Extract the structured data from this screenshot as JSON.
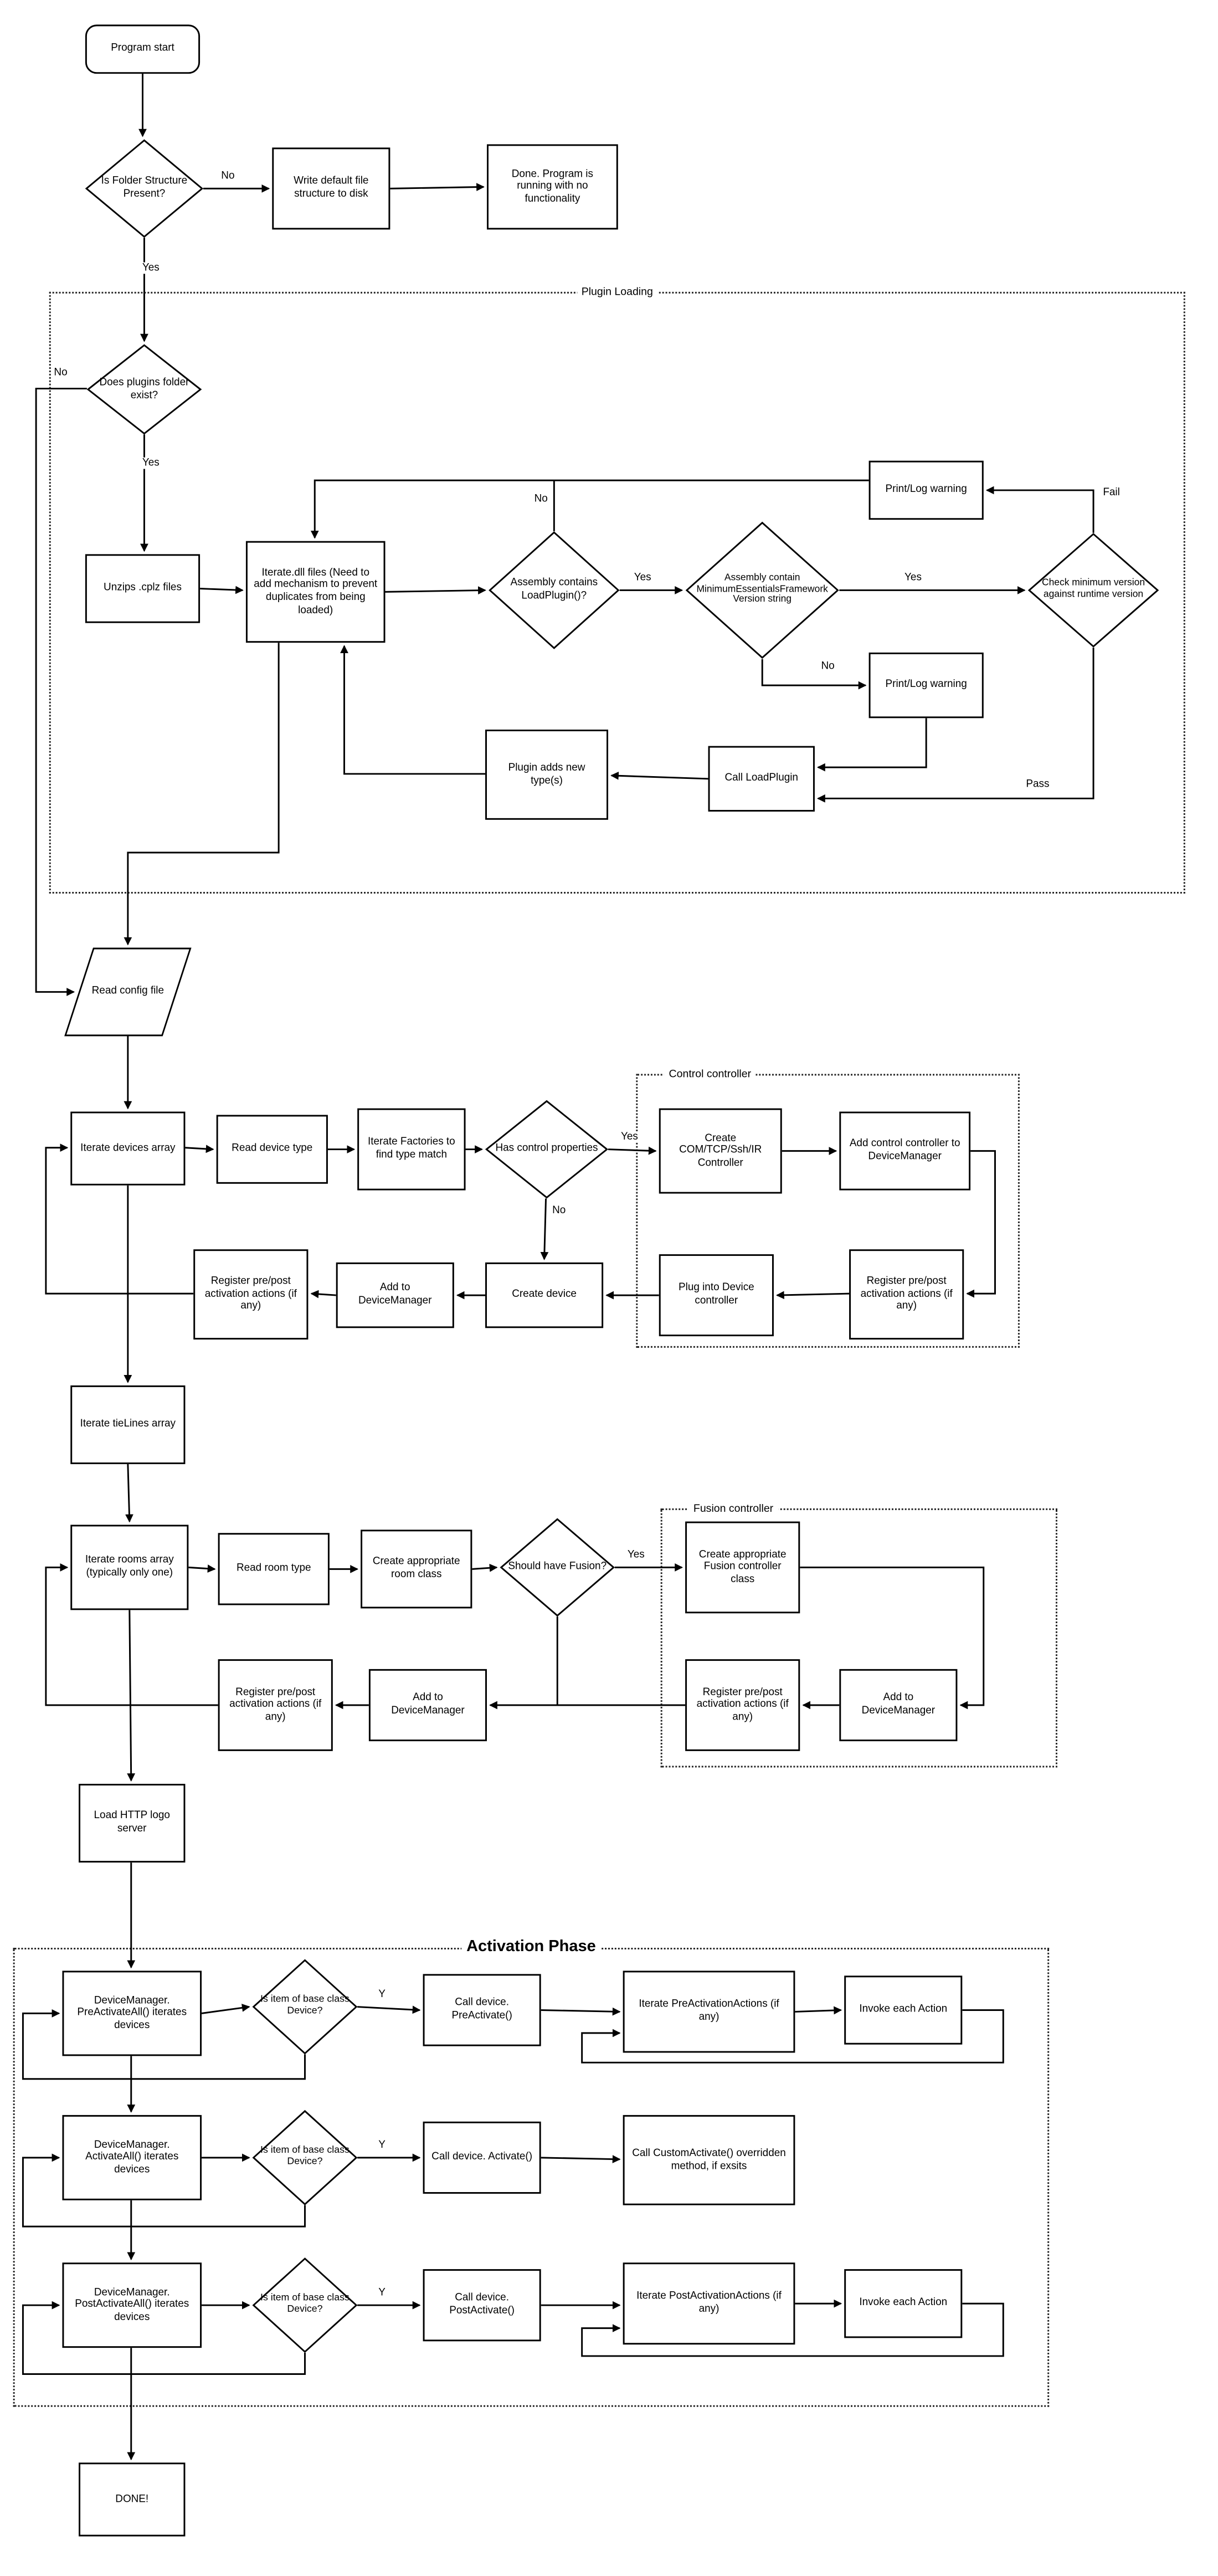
{
  "containers": {
    "plugin": {
      "label": "Plugin Loading"
    },
    "control": {
      "label": "Control controller"
    },
    "fusion": {
      "label": "Fusion controller"
    },
    "activation": {
      "label": "Activation Phase"
    }
  },
  "nodes": {
    "program_start": {
      "label": "Program start"
    },
    "folder_check": {
      "label": "Is Folder Structure Present?"
    },
    "write_default": {
      "label": "Write default file structure to disk"
    },
    "done_no_functionality": {
      "label": "Done.  Program is running with no functionality"
    },
    "plugins_folder_check": {
      "label": "Does plugins folder exist?"
    },
    "unzip_cplz": {
      "label": "Unzips .cplz files"
    },
    "iterate_dll": {
      "label": "Iterate.dll files (Need to add mechanism to prevent duplicates from being loaded)"
    },
    "assembly_loadplugin": {
      "label": "Assembly contains LoadPlugin()?"
    },
    "assembly_minversion": {
      "label": "Assembly contain MinimumEssentialsFrameworkVersion string"
    },
    "check_min_version": {
      "label": "Check minimum version against runtime version"
    },
    "printlog_warning_top": {
      "label": "Print/Log warning"
    },
    "printlog_warning_mid": {
      "label": "Print/Log warning"
    },
    "call_loadplugin": {
      "label": "Call LoadPlugin"
    },
    "plugin_adds_types": {
      "label": "Plugin adds new type(s)"
    },
    "read_config": {
      "label": "Read config file"
    },
    "iterate_devices": {
      "label": "Iterate devices array"
    },
    "read_device_type": {
      "label": "Read device type"
    },
    "iterate_factories": {
      "label": "Iterate Factories to find type match"
    },
    "has_control_props": {
      "label": "Has control properties"
    },
    "create_controller": {
      "label": "Create COM/TCP/Ssh/IR Controller"
    },
    "add_control_controller": {
      "label": "Add control controller to DeviceManager"
    },
    "register_actions_ctrl": {
      "label": "Register pre/post activation actions (if any)"
    },
    "plug_into_device": {
      "label": "Plug into Device controller"
    },
    "create_device": {
      "label": "Create device"
    },
    "add_to_dm_device": {
      "label": "Add to DeviceManager"
    },
    "register_actions_device": {
      "label": "Register pre/post activation actions (if any)"
    },
    "iterate_tielines": {
      "label": "Iterate tieLines array"
    },
    "iterate_rooms": {
      "label": "Iterate rooms array (typically only one)"
    },
    "read_room_type": {
      "label": "Read room type"
    },
    "create_room_class": {
      "label": "Create appropriate room class"
    },
    "should_have_fusion": {
      "label": "Should have Fusion?"
    },
    "create_fusion": {
      "label": "Create appropriate Fusion controller class"
    },
    "register_actions_fusion": {
      "label": "Register pre/post activation actions (if any)"
    },
    "add_to_dm_fusion": {
      "label": "Add to DeviceManager"
    },
    "add_to_dm_room": {
      "label": "Add to DeviceManager"
    },
    "register_actions_room": {
      "label": "Register pre/post activation actions (if any)"
    },
    "load_http": {
      "label": "Load HTTP logo server"
    },
    "pre_activate_all": {
      "label": "DeviceManager. PreActivateAll() iterates devices"
    },
    "is_base_device_1": {
      "label": "Is item of base class Device?"
    },
    "call_preactivate": {
      "label": "Call device. PreActivate()"
    },
    "iterate_preactions": {
      "label": "Iterate PreActivationActions (if any)"
    },
    "invoke_action_1": {
      "label": "Invoke each Action"
    },
    "activate_all": {
      "label": "DeviceManager. ActivateAll() iterates devices"
    },
    "is_base_device_2": {
      "label": "Is item of base class Device?"
    },
    "call_activate": {
      "label": "Call device. Activate()"
    },
    "call_custom_activate": {
      "label": "Call CustomActivate() overridden method, if exsits"
    },
    "post_activate_all": {
      "label": "DeviceManager. PostActivateAll() iterates devices"
    },
    "is_base_device_3": {
      "label": "Is item of base class Device?"
    },
    "call_postactivate": {
      "label": "Call device. PostActivate()"
    },
    "iterate_postactions": {
      "label": "Iterate PostActivationActions (if any)"
    },
    "invoke_action_2": {
      "label": "Invoke each Action"
    },
    "done": {
      "label": "DONE!"
    }
  },
  "edge_labels": {
    "folder_no": "No",
    "folder_yes": "Yes",
    "plugins_no": "No",
    "plugins_yes": "Yes",
    "loadplugin_no": "No",
    "loadplugin_yes": "Yes",
    "minversion_yes": "Yes",
    "minversion_no": "No",
    "checkver_fail": "Fail",
    "checkver_pass": "Pass",
    "control_yes": "Yes",
    "control_no": "No",
    "fusion_yes": "Yes",
    "row1_y": "Y",
    "row2_y": "Y",
    "row3_y": "Y"
  }
}
